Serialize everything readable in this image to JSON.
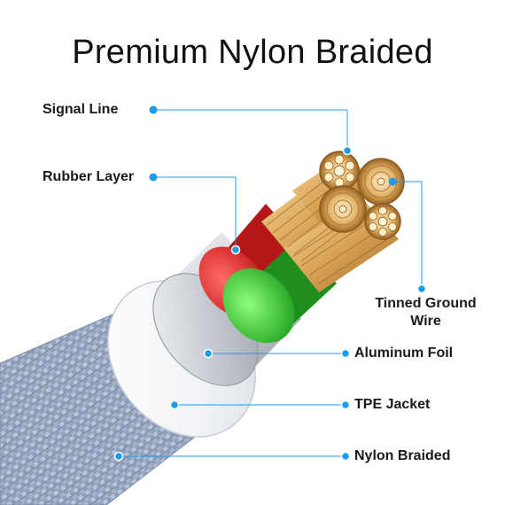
{
  "title": "Premium Nylon Braided",
  "accent_color": "#1e9be8",
  "labels": {
    "signal_line": "Signal Line",
    "rubber_layer": "Rubber Layer",
    "tinned_ground_wire_line1": "Tinned Ground",
    "tinned_ground_wire_line2": "Wire",
    "aluminum_foil": "Aluminum Foil",
    "tpe_jacket": "TPE Jacket",
    "nylon_braided": "Nylon Braided"
  }
}
